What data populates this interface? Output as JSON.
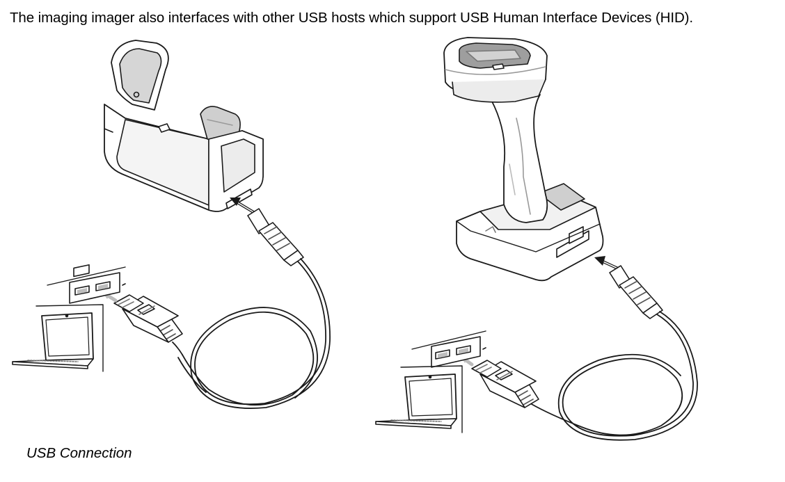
{
  "document": {
    "intro_text": "The imaging imager also interfaces with other USB hosts which support USB Human Interface Devices (HID).",
    "figure_caption": "USB Connection"
  },
  "illustrations": {
    "left": [
      "cradle",
      "usb-cable",
      "laptop",
      "usb-port-panel"
    ],
    "right": [
      "scanner-in-cradle",
      "usb-cable",
      "laptop",
      "usb-port-panel"
    ]
  },
  "colors": {
    "line": "#1a1a1a",
    "shade_light": "#e6e6e6",
    "shade_mid": "#bdbdbd",
    "shade_dark": "#8c8c8c"
  }
}
